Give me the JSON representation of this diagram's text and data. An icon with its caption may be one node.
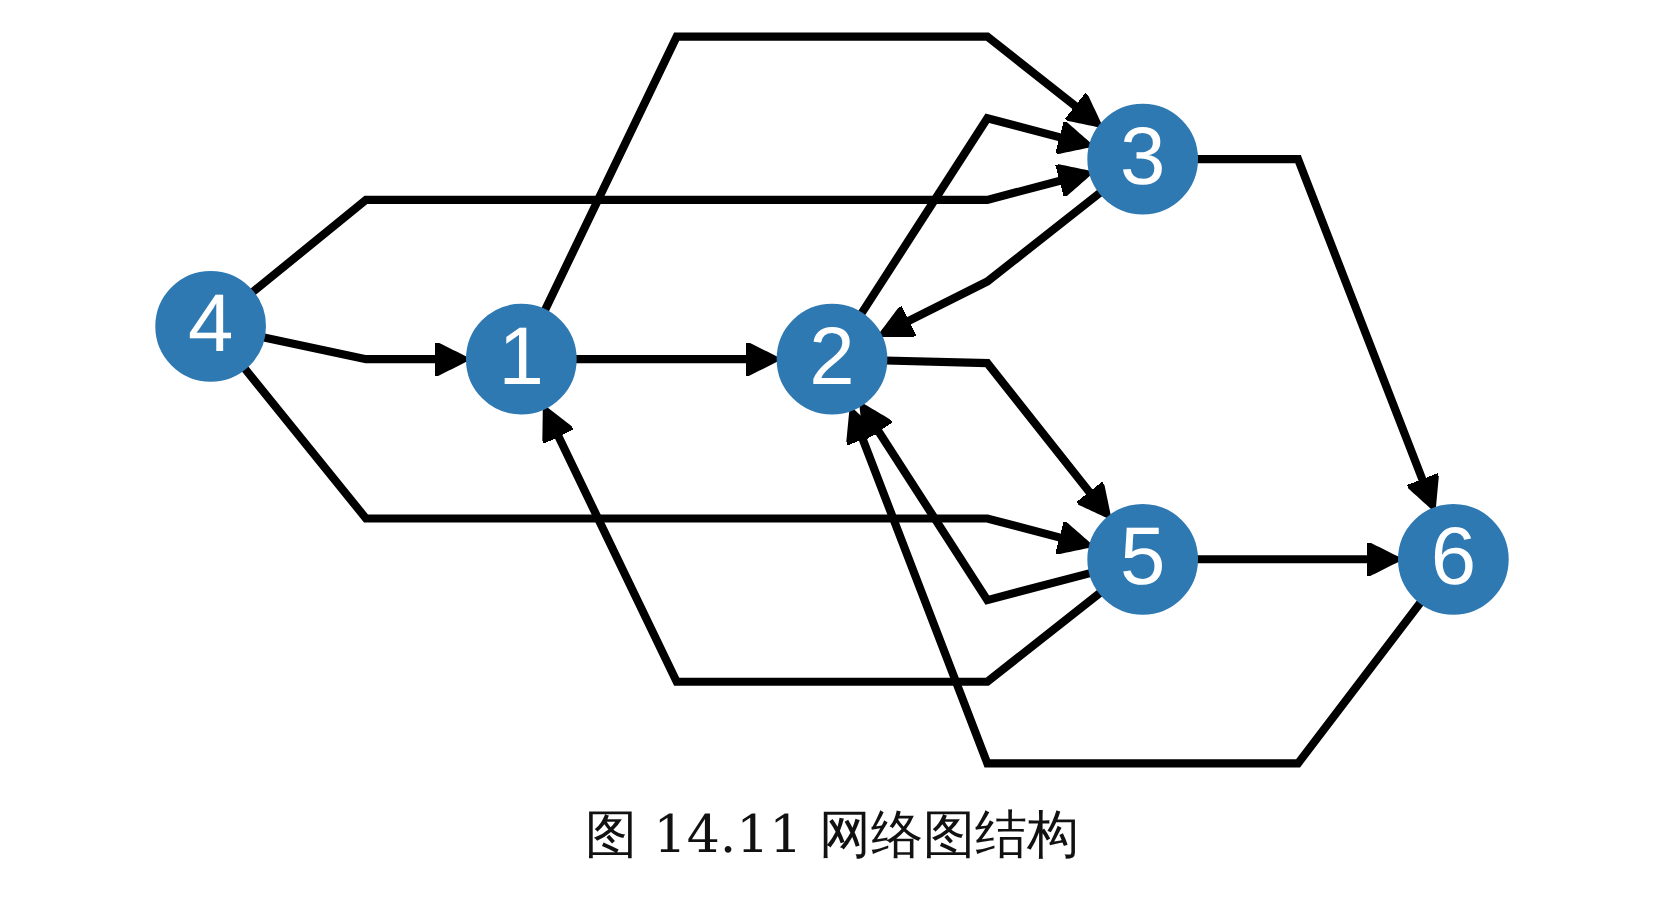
{
  "diagram": {
    "caption": "图 14.11 网络图结构",
    "nodes": [
      {
        "text": [
          "1"
        ]
      },
      {
        "text": [
          "2"
        ]
      },
      {
        "text": [
          "6"
        ]
      },
      {
        "text": [
          "3"
        ]
      },
      {
        "text": [
          "5"
        ]
      },
      {
        "text": [
          "4"
        ]
      }
    ],
    "edges": [
      {
        "from": 0,
        "to": 1,
        "arrow": "to"
      },
      {
        "from": 0,
        "to": 3,
        "arrow": "to"
      },
      {
        "from": 1,
        "to": 3,
        "arrow": "to"
      },
      {
        "from": 3,
        "to": 1,
        "arrow": "to"
      },
      {
        "from": 1,
        "to": 4,
        "arrow": "to"
      },
      {
        "from": 4,
        "to": 1,
        "arrow": "to"
      },
      {
        "from": 2,
        "to": 1,
        "arrow": "to"
      },
      {
        "from": 3,
        "to": 2,
        "arrow": "to"
      },
      {
        "from": 4,
        "to": 2,
        "arrow": "to"
      },
      {
        "from": 4,
        "to": 0,
        "arrow": "to"
      },
      {
        "from": 5,
        "to": 0,
        "arrow": "to"
      },
      {
        "from": 5,
        "to": 4,
        "arrow": "to"
      },
      {
        "from": 5,
        "to": 3,
        "arrow": "to"
      }
    ]
  }
}
